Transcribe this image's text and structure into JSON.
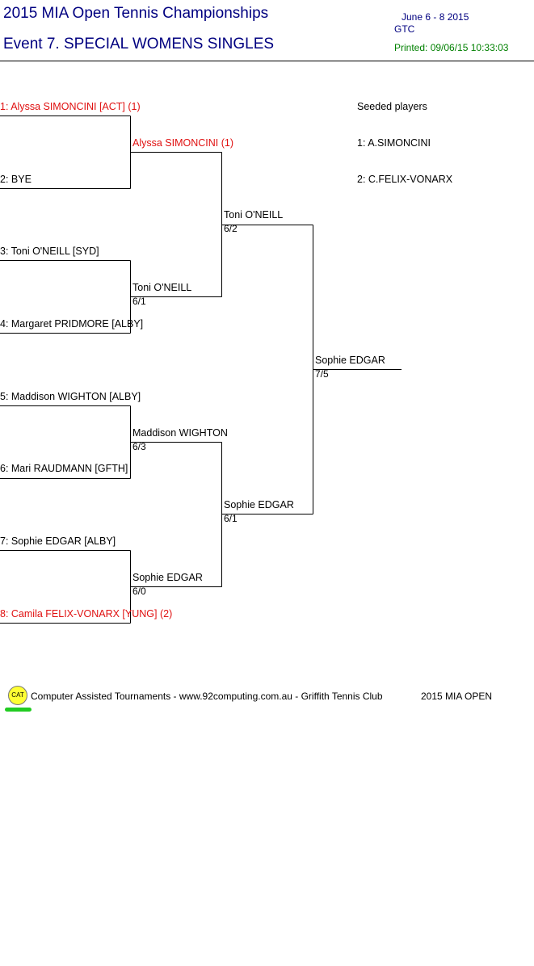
{
  "header": {
    "title": "2015 MIA Open Tennis Championships",
    "event": "Event 7. SPECIAL WOMENS SINGLES",
    "dates": "June 6 - 8  2015",
    "venue": "GTC",
    "printed": "Printed: 09/06/15 10:33:03"
  },
  "seeds": {
    "heading": "Seeded players",
    "items": [
      "1: A.SIMONCINI",
      "2: C.FELIX-VONARX"
    ]
  },
  "round1": [
    {
      "label": "1: Alyssa SIMONCINI [ACT] (1)",
      "seeded": true
    },
    {
      "label": "2: BYE",
      "seeded": false
    },
    {
      "label": "3: Toni O'NEILL [SYD]",
      "seeded": false
    },
    {
      "label": "4: Margaret PRIDMORE [ALBY]",
      "seeded": false
    },
    {
      "label": "5: Maddison WIGHTON [ALBY]",
      "seeded": false
    },
    {
      "label": "6: Mari RAUDMANN [GFTH]",
      "seeded": false
    },
    {
      "label": "7: Sophie EDGAR [ALBY]",
      "seeded": false
    },
    {
      "label": "8: Camila FELIX-VONARX [YUNG] (2)",
      "seeded": true
    }
  ],
  "round2": [
    {
      "name": "Alyssa SIMONCINI (1)",
      "score": "",
      "seeded": true
    },
    {
      "name": "Toni O'NEILL",
      "score": "6/1",
      "seeded": false
    },
    {
      "name": "Maddison WIGHTON",
      "score": "6/3",
      "seeded": false
    },
    {
      "name": "Sophie EDGAR",
      "score": "6/0",
      "seeded": false
    }
  ],
  "semis": [
    {
      "name": "Toni O'NEILL",
      "score": "6/2"
    },
    {
      "name": "Sophie EDGAR",
      "score": "6/1"
    }
  ],
  "final": {
    "name": "Sophie EDGAR",
    "score": "7/5"
  },
  "footer": {
    "logo_text": "CAT",
    "credit": "Computer Assisted Tournaments - www.92computing.com.au -  Griffith Tennis Club",
    "event": "2015 MIA OPEN"
  },
  "colors": {
    "title": "#000080",
    "printed": "#008000",
    "seeded": "#e01010"
  }
}
